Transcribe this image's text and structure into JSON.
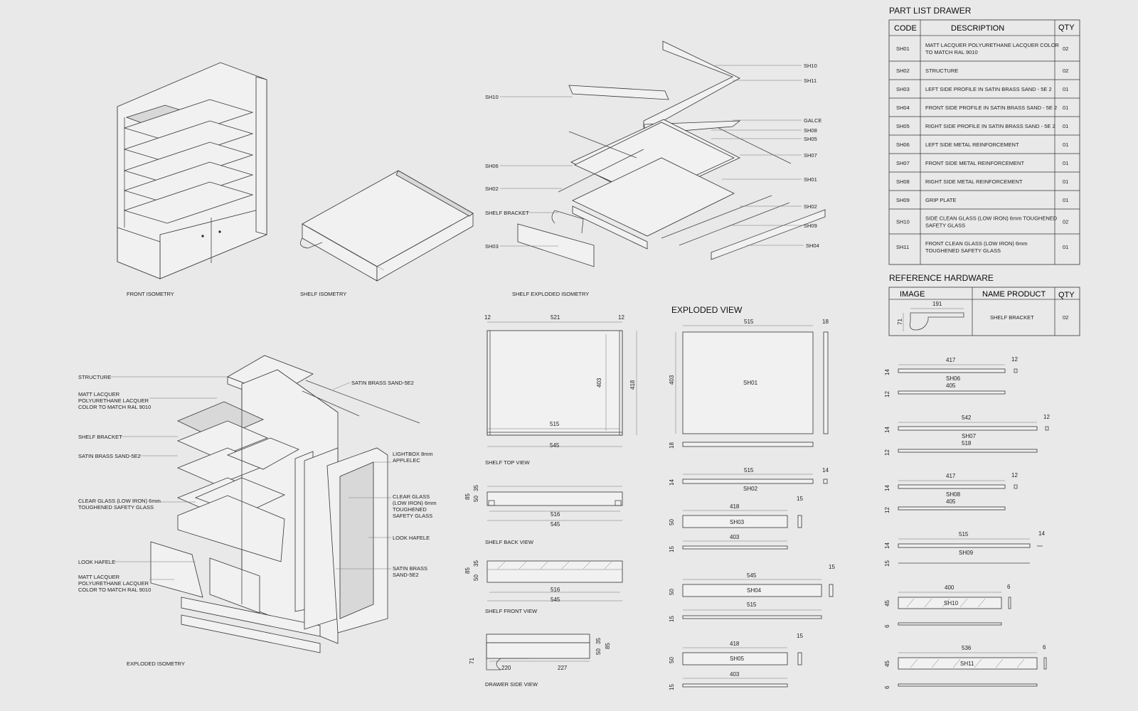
{
  "captions": {
    "front_isometry": "FRONT ISOMETRY",
    "shelf_isometry": "SHELF ISOMETRY",
    "shelf_exploded_isometry": "SHELF EXPLODED ISOMETRY",
    "exploded_isometry": "EXPLODED ISOMETRY",
    "exploded_view": "EXPLODED VIEW",
    "shelf_top_view": "SHELF TOP VIEW",
    "shelf_back_view": "SHELF BACK VIEW",
    "shelf_front_view": "SHELF FRONT VIEW",
    "drawer_side_view": "DRAWER SIDE VIEW"
  },
  "exploded_labels_left": [
    "STRUCTURE",
    "MATT LACQUER",
    "POLYURETHANE LACQUER",
    "COLOR TO MATCH RAL 9010",
    "SHELF BRACKET",
    "SATIN BRASS SAND-5E2",
    "CLEAR GLASS (LOW IRON) 6mm",
    "TOUGHENED SAFETY GLASS",
    "LOOK HAFELE",
    "MATT LACQUER",
    "POLYURETHANE LACQUER",
    "COLOR TO MATCH RAL 9010"
  ],
  "exploded_labels_right": [
    "SATIN BRASS SAND-5E2",
    "LIGHTBOX 8mm",
    "APPLELEC",
    "CLEAR GLASS",
    "(LOW IRON) 6mm",
    "TOUGHENED",
    "SAFETY GLASS",
    "LOOK HAFELE",
    "SATIN BRASS",
    "SAND-5E2"
  ],
  "shelf_exploded_labels_left": [
    "SH10",
    "SH06",
    "SH02",
    "SHELF BRACKET",
    "SH03"
  ],
  "shelf_exploded_labels_right": [
    "SH10",
    "SH11",
    "GALCE",
    "SH08",
    "SH05",
    "SH07",
    "SH01",
    "SH02",
    "SH09",
    "SH04"
  ],
  "top_view_dims": [
    "12",
    "521",
    "12",
    "403",
    "418",
    "515",
    "545"
  ],
  "back_view_dims": [
    "85",
    "50",
    "35",
    "516",
    "545"
  ],
  "front_view_dims": [
    "85",
    "50",
    "35",
    "516",
    "545"
  ],
  "drawer_dims": [
    "35",
    "50",
    "85",
    "71",
    "220",
    "227"
  ],
  "ev_sh01": [
    "515",
    "18",
    "403",
    "SH01",
    "18"
  ],
  "ev_sh02": [
    "515",
    "14",
    "14",
    "SH02"
  ],
  "ev_sh03": [
    "418",
    "15",
    "50",
    "SH03",
    "403",
    "15"
  ],
  "ev_sh04": [
    "545",
    "15",
    "50",
    "SH04",
    "515",
    "15"
  ],
  "ev_sh05": [
    "418",
    "15",
    "50",
    "SH05",
    "403",
    "15"
  ],
  "right_parts": [
    {
      "top": "417",
      "end": "12",
      "h1": "14",
      "name": "SH06",
      "bot": "405",
      "h2": "12"
    },
    {
      "top": "542",
      "end": "12",
      "h1": "14",
      "name": "SH07",
      "bot": "518",
      "h2": "12"
    },
    {
      "top": "417",
      "end": "12",
      "h1": "14",
      "name": "SH08",
      "bot": "405",
      "h2": "12"
    },
    {
      "top": "515",
      "end": "14",
      "h1": "14",
      "name": "SH09",
      "bot": "",
      "h2": "15"
    },
    {
      "top": "400",
      "end": "6",
      "h1": "45",
      "name": "SH10",
      "bot": "",
      "h2": "6"
    },
    {
      "top": "536",
      "end": "6",
      "h1": "45",
      "name": "SH11",
      "bot": "",
      "h2": "6"
    }
  ],
  "part_list": {
    "title": "PART LIST DRAWER",
    "headers": [
      "CODE",
      "DESCRIPTION",
      "QTY"
    ],
    "rows": [
      {
        "code": "SH01",
        "desc": [
          "MATT LACQUER POLYURETHANE LACQUER COLOR",
          "TO MATCH RAL 9010"
        ],
        "qty": "02"
      },
      {
        "code": "SH02",
        "desc": [
          "STRUCTURE"
        ],
        "qty": "02"
      },
      {
        "code": "SH03",
        "desc": [
          "LEFT SIDE PROFILE IN SATIN BRASS SAND - 5E 2"
        ],
        "qty": "01"
      },
      {
        "code": "SH04",
        "desc": [
          "FRONT SIDE PROFILE IN SATIN BRASS SAND - 5E 2"
        ],
        "qty": "01"
      },
      {
        "code": "SH05",
        "desc": [
          "RIGHT SIDE PROFILE IN SATIN BRASS SAND - 5E 2"
        ],
        "qty": "01"
      },
      {
        "code": "SH06",
        "desc": [
          "LEFT SIDE METAL REINFORCEMENT"
        ],
        "qty": "01"
      },
      {
        "code": "SH07",
        "desc": [
          "FRONT SIDE METAL REINFORCEMENT"
        ],
        "qty": "01"
      },
      {
        "code": "SH08",
        "desc": [
          "RIGHT SIDE METAL REINFORCEMENT"
        ],
        "qty": "01"
      },
      {
        "code": "SH09",
        "desc": [
          "GRIP PLATE"
        ],
        "qty": "01"
      },
      {
        "code": "SH10",
        "desc": [
          "SIDE CLEAN GLASS (LOW IRON) 6mm TOUGHENED",
          "SAFETY GLASS"
        ],
        "qty": "02"
      },
      {
        "code": "SH11",
        "desc": [
          "FRONT CLEAN GLASS (LOW IRON) 6mm",
          "TOUGHENED SAFETY GLASS"
        ],
        "qty": "01"
      }
    ]
  },
  "hardware": {
    "title": "REFERENCE HARDWARE",
    "headers": [
      "IMAGE",
      "NAME PRODUCT",
      "QTY"
    ],
    "row": {
      "dim_w": "191",
      "dim_h": "71",
      "name": "SHELF BRACKET",
      "qty": "02"
    }
  }
}
